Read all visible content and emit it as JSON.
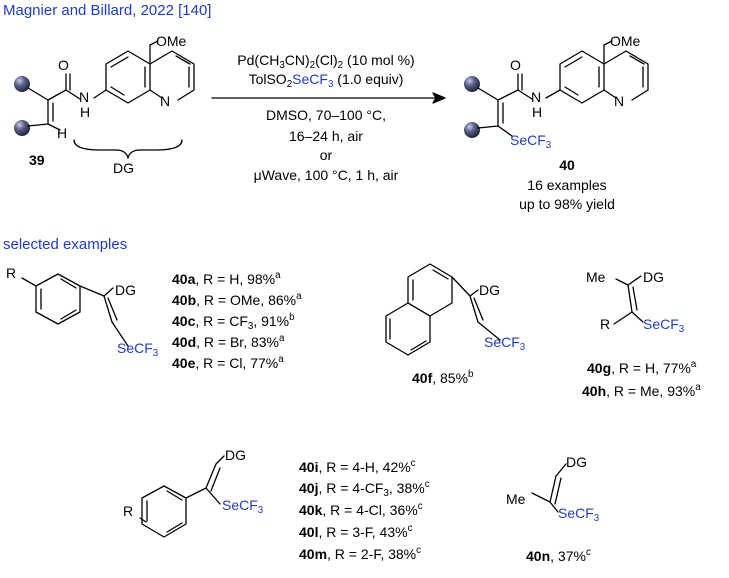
{
  "header": {
    "title": "Magnier and Billard, 2022 [140]"
  },
  "scheme": {
    "reactant": {
      "id": "39",
      "dg": "DG",
      "ome": "OMe",
      "o": "O",
      "nh": "N",
      "h_amide": "H",
      "n_ring": "N",
      "h_vinyl": "H"
    },
    "product": {
      "id": "40",
      "ome": "OMe",
      "o": "O",
      "nh": "N",
      "h_amide": "H",
      "n_ring": "N",
      "se": "SeCF",
      "sub3": "3",
      "count": "16 examples",
      "yield": "up to 98% yield"
    },
    "cond": {
      "cat": "Pd(CH",
      "cat_3": "3",
      "cat_mid": "CN)",
      "cat_2": "2",
      "cat_cl": "(Cl)",
      "cat_2b": "2",
      "cat_load": " (10 mol %)",
      "reag_a": "TolSO",
      "reag_2": "2",
      "reag_se": "SeCF",
      "reag_3": "3",
      "reag_eq": " (1.0 equiv)",
      "solv": "DMSO, 70–100 °C,",
      "time": "16–24 h, air",
      "or": "or",
      "mw": "μWave, 100 °C, 1 h, air"
    }
  },
  "examples": {
    "heading": "selected examples",
    "grp_a": {
      "r": "R",
      "dg": "DG",
      "se": "SeCF",
      "sub3": "3",
      "items": [
        {
          "id": "40a",
          "text": ", R = H, 98%",
          "sup": "a"
        },
        {
          "id": "40b",
          "text": ", R = OMe, 86%",
          "sup": "a"
        },
        {
          "id": "40c",
          "pre": ", R = CF",
          "sub": "3",
          "text": ", 91%",
          "sup": "b"
        },
        {
          "id": "40d",
          "text": ", R = Br, 83%",
          "sup": "a"
        },
        {
          "id": "40e",
          "text": ", R = Cl, 77%",
          "sup": "a"
        }
      ]
    },
    "grp_f": {
      "dg": "DG",
      "se": "SeCF",
      "sub3": "3",
      "id": "40f",
      "text": ", 85%",
      "sup": "b"
    },
    "grp_g": {
      "me": "Me",
      "dg": "DG",
      "r": "R",
      "se": "SeCF",
      "sub3": "3",
      "items": [
        {
          "id": "40g",
          "text": ", R = H, 77%",
          "sup": "a"
        },
        {
          "id": "40h",
          "text": ", R = Me, 93%",
          "sup": "a"
        }
      ]
    },
    "grp_i": {
      "dg": "DG",
      "r": "R",
      "se": "SeCF",
      "sub3": "3",
      "items": [
        {
          "id": "40i",
          "text": ", R = 4-H, 42%",
          "sup": "c"
        },
        {
          "id": "40j",
          "pre": ", R = 4-CF",
          "sub": "3",
          "text": ", 38%",
          "sup": "c"
        },
        {
          "id": "40k",
          "text": ", R = 4-Cl, 36%",
          "sup": "c"
        },
        {
          "id": "40l",
          "text": ", R = 3-F, 43%",
          "sup": "c"
        },
        {
          "id": "40m",
          "text": ", R = 2-F, 38%",
          "sup": "c"
        }
      ]
    },
    "grp_n": {
      "dg": "DG",
      "me": "Me",
      "se": "SeCF",
      "sub3": "3",
      "id": "40n",
      "text": ", 37%",
      "sup": "c"
    }
  },
  "colors": {
    "accent": "#1f3cc6",
    "ball": "#3a3e63",
    "ink": "#000000"
  }
}
